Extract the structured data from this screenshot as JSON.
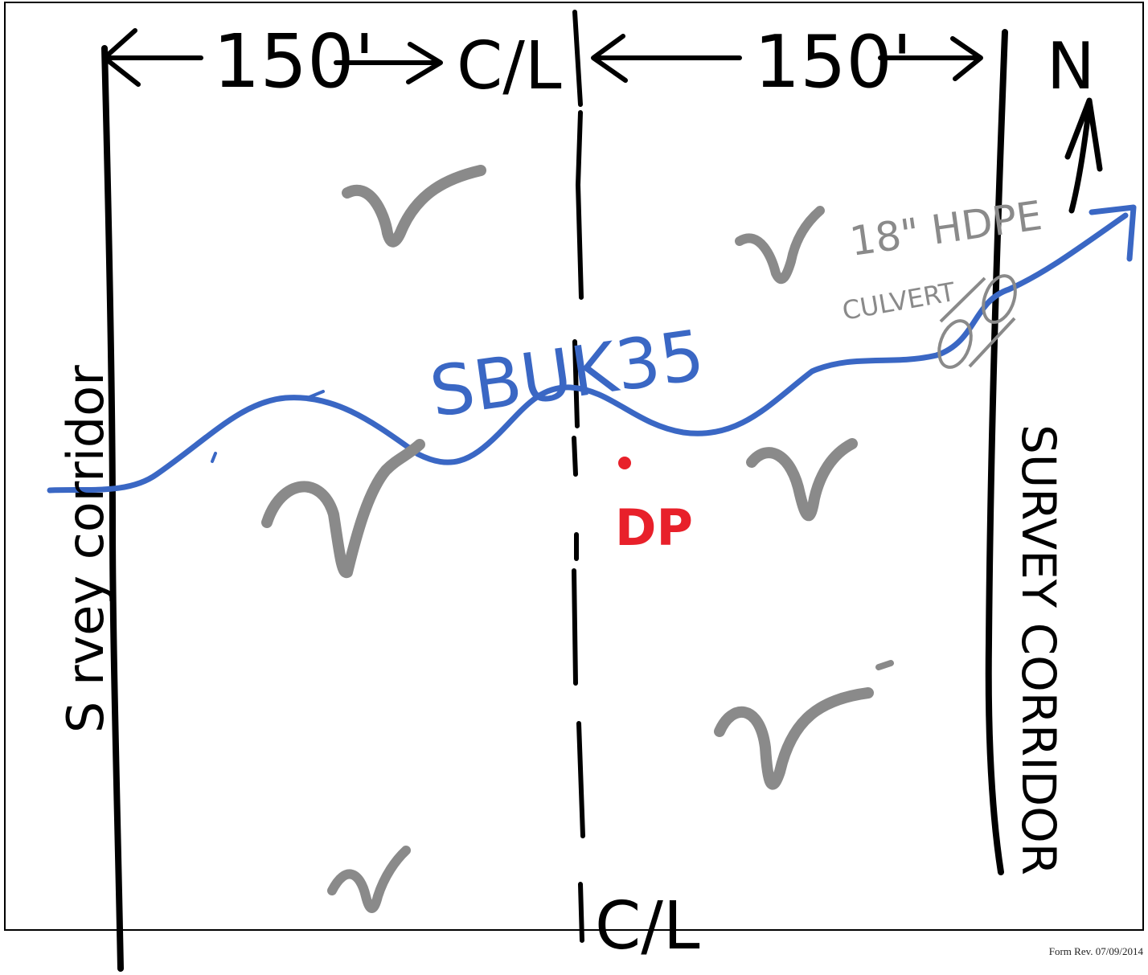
{
  "sketch": {
    "dimension_left": "150'",
    "dimension_right": "150'",
    "centerline_top": "C/L",
    "centerline_bottom": "C/L",
    "north_label": "N",
    "stream_label": "SBUK35",
    "culvert_label_line1": "18\" HDPE",
    "culvert_label_line2": "CULVERT",
    "point_label": "DP",
    "left_corridor_label": "S rvey corridor",
    "right_corridor_label": "SURVEY CORRIDOR",
    "vegetation_symbol": "v"
  },
  "colors": {
    "ink": "#000000",
    "stream": "#3a67c4",
    "vegetation": "#8a8a8a",
    "point": "#e8202a",
    "frame": "#000000"
  },
  "footer": {
    "form_revision": "Form Rev. 07/09/2014"
  }
}
